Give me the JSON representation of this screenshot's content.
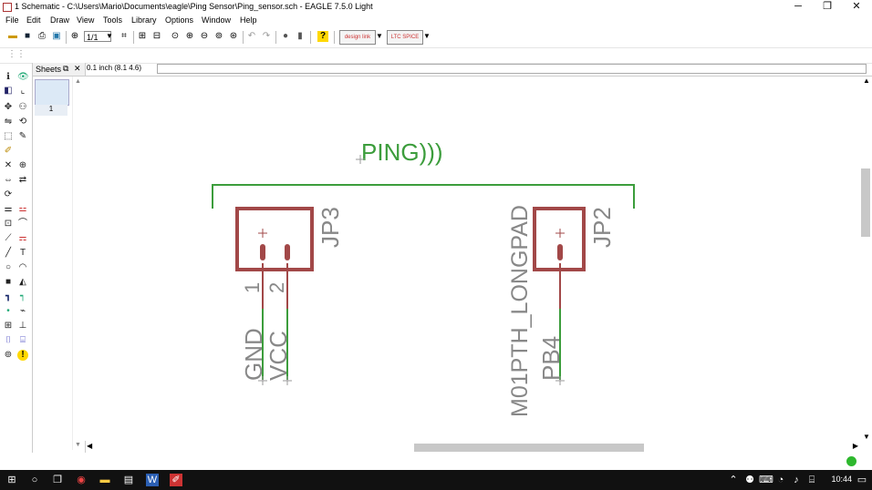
{
  "window": {
    "title": "1 Schematic - C:\\Users\\Mario\\Documents\\eagle\\Ping Sensor\\Ping_sensor.sch - EAGLE 7.5.0 Light",
    "minimize": "─",
    "restore": "❐",
    "close": "✕"
  },
  "menu": [
    "File",
    "Edit",
    "Draw",
    "View",
    "Tools",
    "Library",
    "Options",
    "Window",
    "Help"
  ],
  "toolbar": {
    "sheet_select": "1/1",
    "design_link": "design link",
    "ltc_spice": "LTC SPICE"
  },
  "sheets": {
    "header": "Sheets",
    "items": [
      {
        "number": "1"
      }
    ]
  },
  "command": {
    "coordinate": "0.1 inch (8.1 4.6)",
    "input_value": ""
  },
  "schematic": {
    "frame_label": "PING)))",
    "parts": [
      {
        "name": "JP3",
        "pins": [
          "1",
          "2"
        ],
        "nets": [
          "GND",
          "VCC"
        ]
      },
      {
        "name": "JP2",
        "value": "M01PTH_LONGPAD",
        "nets": [
          "PB4"
        ]
      }
    ]
  },
  "taskbar": {
    "time": "10:44"
  },
  "colors": {
    "wire": "#3c9d3c",
    "part": "#a24848",
    "label": "#888888",
    "status": "#2eb82e"
  }
}
